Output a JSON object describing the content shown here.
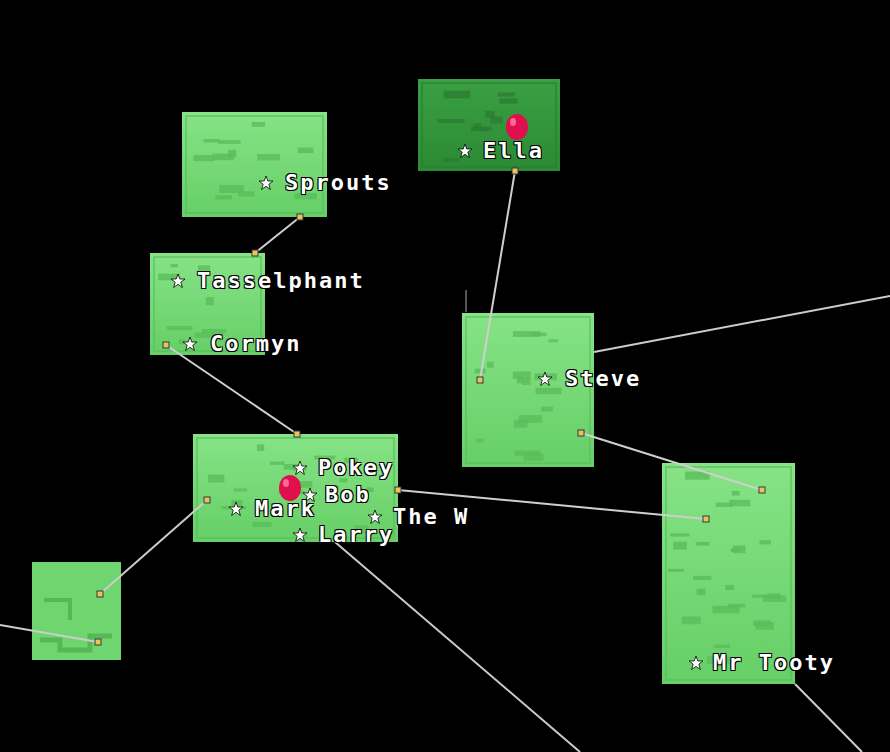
{
  "diagram": {
    "nodes": [
      {
        "text": [
          "Ella"
        ]
      },
      {
        "text": [
          "Sprouts"
        ]
      },
      {
        "text": [
          "Tasselphant",
          "Cormyn"
        ]
      },
      {
        "text": [
          "Steve"
        ]
      },
      {
        "text": [
          "Pokey",
          "Bob",
          "Mark",
          "The W",
          "Larry"
        ]
      },
      {
        "text": [
          "Mr Tooty"
        ]
      }
    ],
    "edges": [
      {
        "from": 1,
        "to": 2,
        "arrow": "none"
      },
      {
        "from": 0,
        "to": 3,
        "arrow": "none"
      },
      {
        "from": 2,
        "to": 4,
        "arrow": "none"
      },
      {
        "from": 3,
        "to": 5,
        "arrow": "none"
      },
      {
        "from": 4,
        "to": 5,
        "arrow": "none"
      }
    ]
  }
}
